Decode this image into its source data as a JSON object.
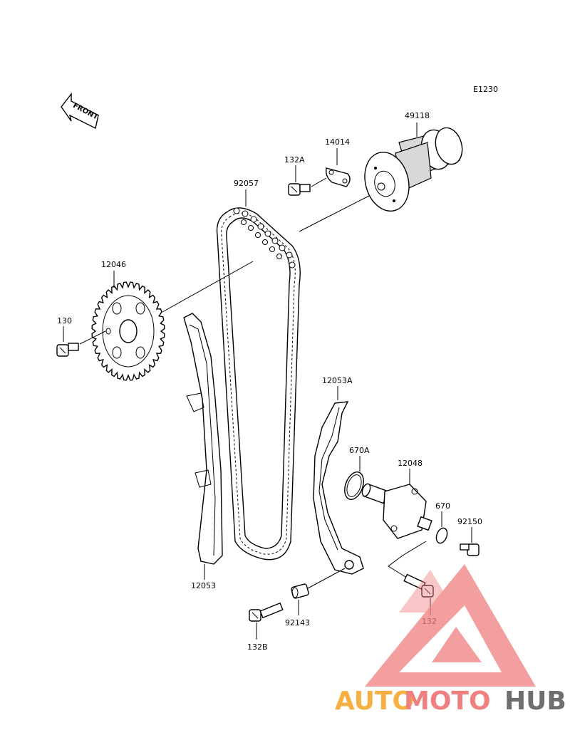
{
  "diagram_code": "E1230",
  "front_label": "FRONT",
  "parts": [
    {
      "id": "49118",
      "label": "49118"
    },
    {
      "id": "14014",
      "label": "14014"
    },
    {
      "id": "132A",
      "label": "132A"
    },
    {
      "id": "92057",
      "label": "92057"
    },
    {
      "id": "12046",
      "label": "12046"
    },
    {
      "id": "130",
      "label": "130"
    },
    {
      "id": "12053A",
      "label": "12053A"
    },
    {
      "id": "670A",
      "label": "670A"
    },
    {
      "id": "12048",
      "label": "12048"
    },
    {
      "id": "670",
      "label": "670"
    },
    {
      "id": "92150",
      "label": "92150"
    },
    {
      "id": "12053",
      "label": "12053"
    },
    {
      "id": "92143",
      "label": "92143"
    },
    {
      "id": "132",
      "label": "132"
    },
    {
      "id": "132B",
      "label": "132B"
    }
  ],
  "watermark": {
    "part1": "AUTO",
    "part2": "MOTO",
    "part3": "HUB",
    "color_orange": "#f5b041",
    "color_red": "#f08080",
    "color_gray": "#6e6e6e"
  }
}
